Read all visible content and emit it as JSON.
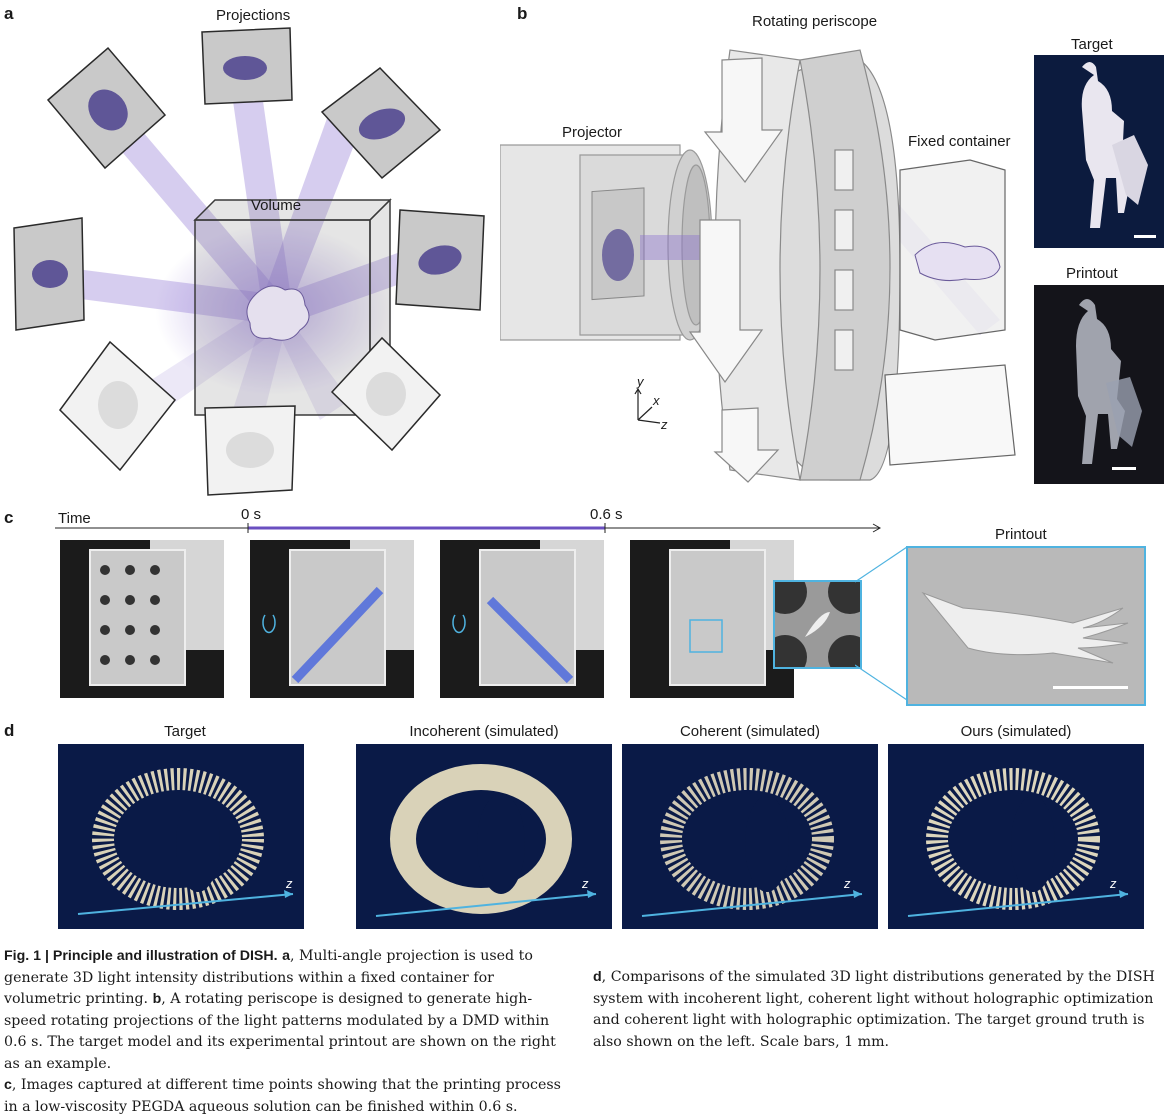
{
  "panel_a": {
    "letter": "a",
    "label_projections": "Projections",
    "label_volume": "Volume"
  },
  "panel_b": {
    "letter": "b",
    "label_periscope": "Rotating periscope",
    "label_projector": "Projector",
    "label_container": "Fixed container",
    "label_target": "Target",
    "label_printout": "Printout",
    "axis_y": "y",
    "axis_x": "x",
    "axis_z": "z"
  },
  "panel_c": {
    "letter": "c",
    "time_label": "Time",
    "t_start": "0 s",
    "t_end": "0.6 s",
    "printout_label": "Printout"
  },
  "panel_d": {
    "letter": "d",
    "titles": [
      "Target",
      "Incoherent (simulated)",
      "Coherent (simulated)",
      "Ours (simulated)"
    ],
    "axis_label": "z"
  },
  "caption": {
    "fig_label": "Fig. 1 | Principle and illustration of DISH.",
    "a_letter": "a",
    "a_text": ", Multi-angle projection is used to generate 3D light intensity distributions within a fixed container for volumetric printing.",
    "b_letter": "b",
    "b_text": ", A rotating periscope is designed to generate high-speed rotating projections of the light patterns modulated by a DMD within 0.6 s. The target model and its experimental printout are shown on the right as an example.",
    "c_letter": "c",
    "c_text": ", Images captured at different time points showing that the printing process in a low-viscosity PEGDA aqueous solution can be finished within 0.6 s.",
    "d_letter": "d",
    "d_text": ", Comparisons of the simulated 3D light distributions generated by the DISH system with incoherent light, coherent light without holographic optimization and coherent light with holographic optimization. The target ground truth is also shown on the left. Scale bars, 1 mm."
  },
  "colors": {
    "beam": "#8a6fd0",
    "accent_blue": "#4fb3e0",
    "dark_navy": "#0a1a47"
  }
}
